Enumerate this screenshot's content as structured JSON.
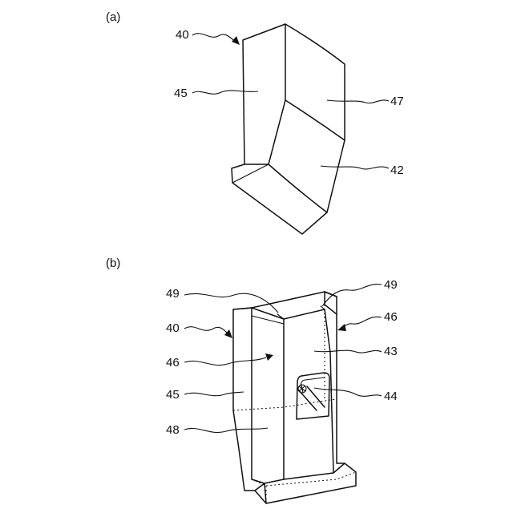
{
  "figure": {
    "panel_a": {
      "caption": "(a)",
      "labels": {
        "l40": "40",
        "l45": "45",
        "l47": "47",
        "l42": "42"
      }
    },
    "panel_b": {
      "caption": "(b)",
      "labels": {
        "l49_left": "49",
        "l49_right": "49",
        "l40": "40",
        "l46_left": "46",
        "l46_right": "46",
        "l43": "43",
        "l45": "45",
        "l44": "44",
        "l48": "48"
      }
    }
  },
  "colors": {
    "ink": "#111111",
    "background": "#ffffff"
  }
}
